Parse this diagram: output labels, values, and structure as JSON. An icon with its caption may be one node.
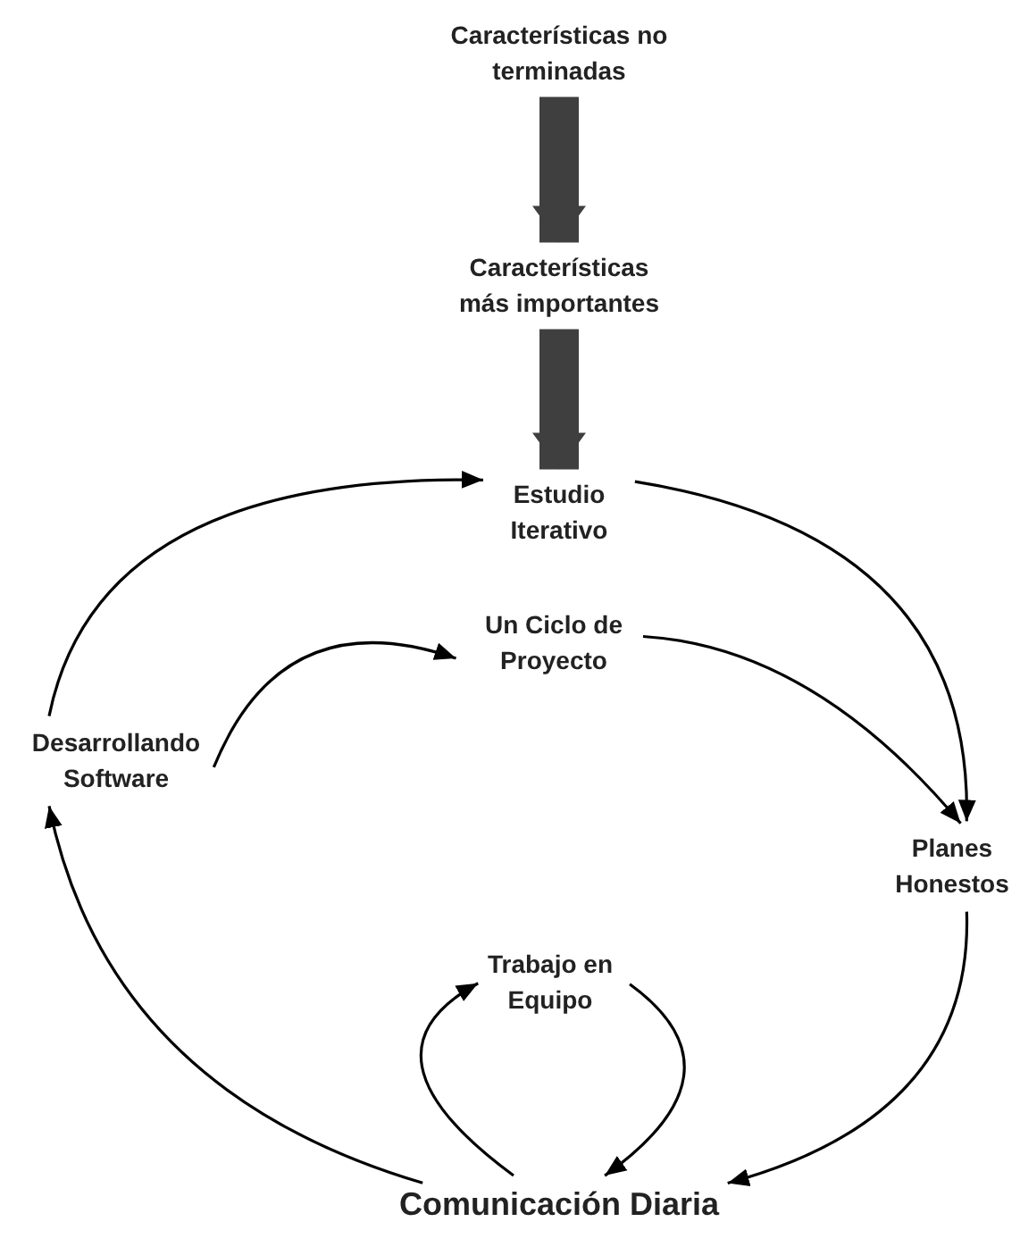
{
  "diagram": {
    "nodes": [
      {
        "text": [
          "Características no terminadas"
        ]
      },
      {
        "text": [
          "Características más importantes"
        ]
      },
      {
        "text": [
          "Estudio Iterativo"
        ]
      },
      {
        "text": [
          "Un Ciclo de Proyecto"
        ]
      },
      {
        "text": [
          "Desarrollando Software"
        ]
      },
      {
        "text": [
          "Planes Honestos"
        ]
      },
      {
        "text": [
          "Trabajo en Equipo"
        ]
      },
      {
        "text": [
          "Comunicación Diaria"
        ]
      }
    ],
    "edges": [
      {
        "from": 0,
        "to": 1,
        "arrow": "to",
        "style": "thick",
        "color": "#3f3f3f"
      },
      {
        "from": 1,
        "to": 2,
        "arrow": "to",
        "style": "thick",
        "color": "#3f3f3f"
      },
      {
        "from": 2,
        "to": 5,
        "arrow": "to"
      },
      {
        "from": 5,
        "to": 7,
        "arrow": "to"
      },
      {
        "from": 7,
        "to": 4,
        "arrow": "to"
      },
      {
        "from": 4,
        "to": 2,
        "arrow": "to"
      },
      {
        "from": 4,
        "to": 3,
        "arrow": "to"
      },
      {
        "from": 3,
        "to": 5,
        "arrow": "to"
      },
      {
        "from": 6,
        "to": 7,
        "arrow": "to"
      },
      {
        "from": 7,
        "to": 6,
        "arrow": "to"
      }
    ]
  }
}
